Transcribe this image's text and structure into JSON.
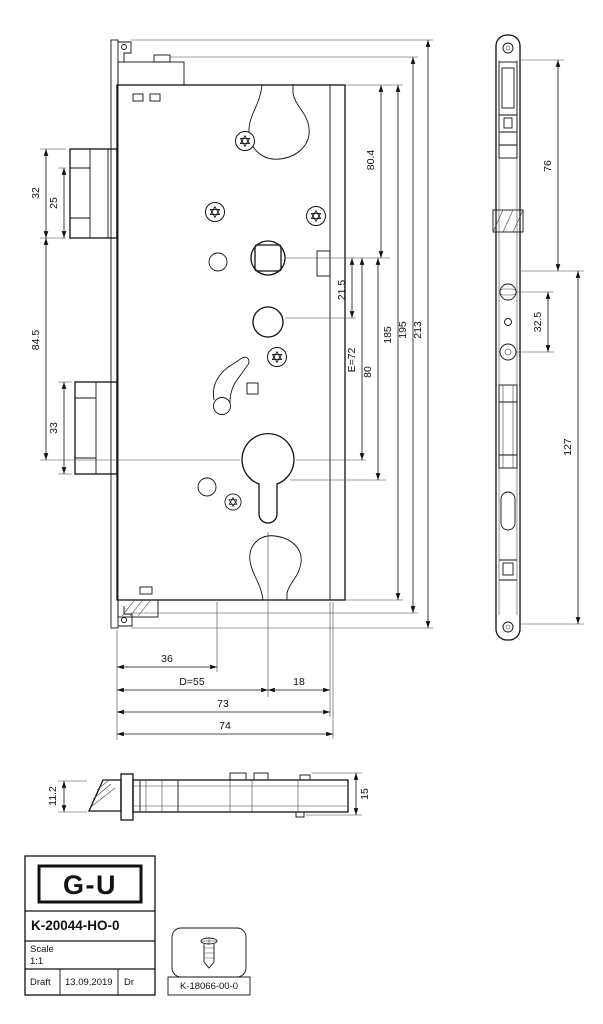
{
  "dims": {
    "front_left": {
      "d32": "32",
      "d25": "25",
      "d845": "84.5",
      "d33": "33"
    },
    "front_right": {
      "d804": "80.4",
      "d215": "21.5",
      "de72": "E=72",
      "d80": "80",
      "d185": "185",
      "d195": "195",
      "d213": "213"
    },
    "front_bottom": {
      "d36": "36",
      "dd55": "D=55",
      "d18": "18",
      "d73": "73",
      "d74": "74"
    },
    "side": {
      "d76": "76",
      "d325": "32.5",
      "d127": "127"
    },
    "bottom": {
      "d112": "11.2",
      "d15": "15"
    }
  },
  "title_block": {
    "logo": "G-U",
    "part_number": "K-20044-HO-0",
    "scale_label": "Scale",
    "scale_value": "1:1",
    "stage": "Draft",
    "date": "13.09.2019",
    "initials": "Dr"
  },
  "accessory": {
    "part_number": "K-18066-00-0"
  }
}
